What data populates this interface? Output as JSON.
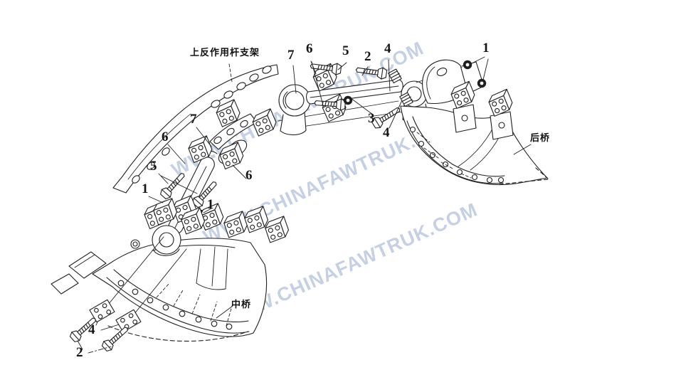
{
  "colors": {
    "line": "#1f1f1f",
    "background": "#ffffff",
    "watermark": "#5c79b2"
  },
  "watermark": {
    "text": "WWW.CHINAFAWTRUK.COM"
  },
  "labels": {
    "upper_bracket": "上反作用杆支架",
    "rear_axle": "后桥",
    "middle_axle": "中桥"
  },
  "callouts": {
    "t7": "7",
    "t6": "6",
    "t5": "5",
    "t2": "2",
    "t4": "4",
    "t1": "1",
    "r3": "3",
    "r4": "4",
    "l7": "7",
    "l6a": "6",
    "l5": "5",
    "l6b": "6",
    "l1a": "1",
    "l1b": "1",
    "b4": "4",
    "b2": "2"
  }
}
